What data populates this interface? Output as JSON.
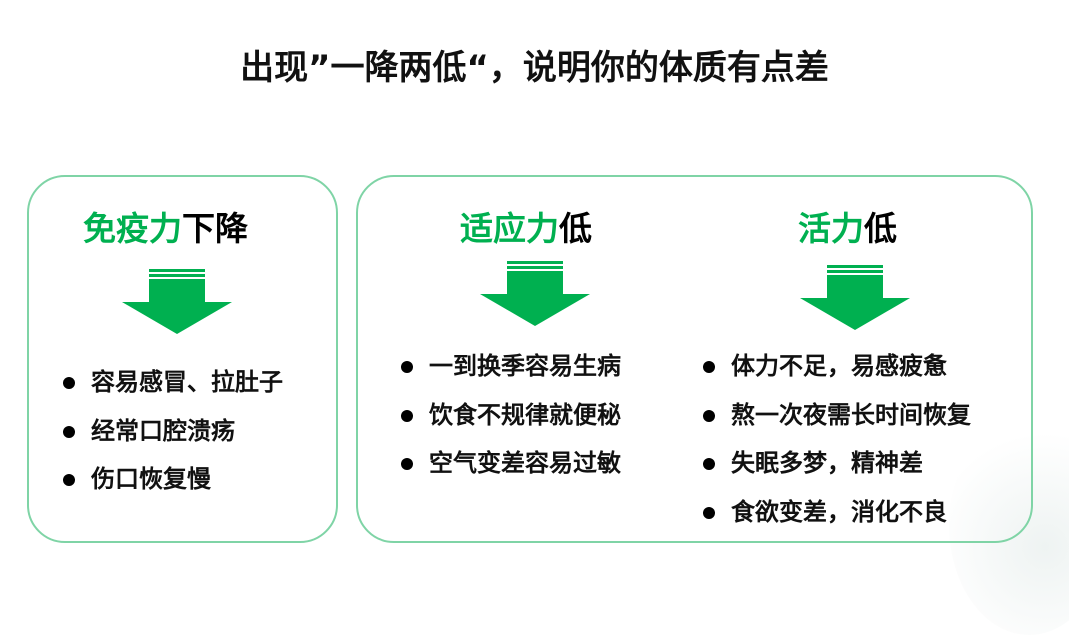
{
  "title": "出现”一降两低“，说明你的体质有点差",
  "colors": {
    "green": "#00b050",
    "border": "#7fd4a6"
  },
  "panels": [
    {
      "heading_green": "免疫力",
      "heading_black": "下降",
      "items": [
        "容易感冒、拉肚子",
        "经常口腔溃疡",
        "伤口恢复慢"
      ]
    },
    {
      "heading_green": "适应力",
      "heading_black": "低",
      "items": [
        "一到换季容易生病",
        "饮食不规律就便秘",
        "空气变差容易过敏"
      ]
    },
    {
      "heading_green": "活力",
      "heading_black": "低",
      "items": [
        "体力不足，易感疲惫",
        "熬一次夜需长时间恢复",
        "失眠多梦，精神差",
        "食欲变差，消化不良"
      ]
    }
  ]
}
